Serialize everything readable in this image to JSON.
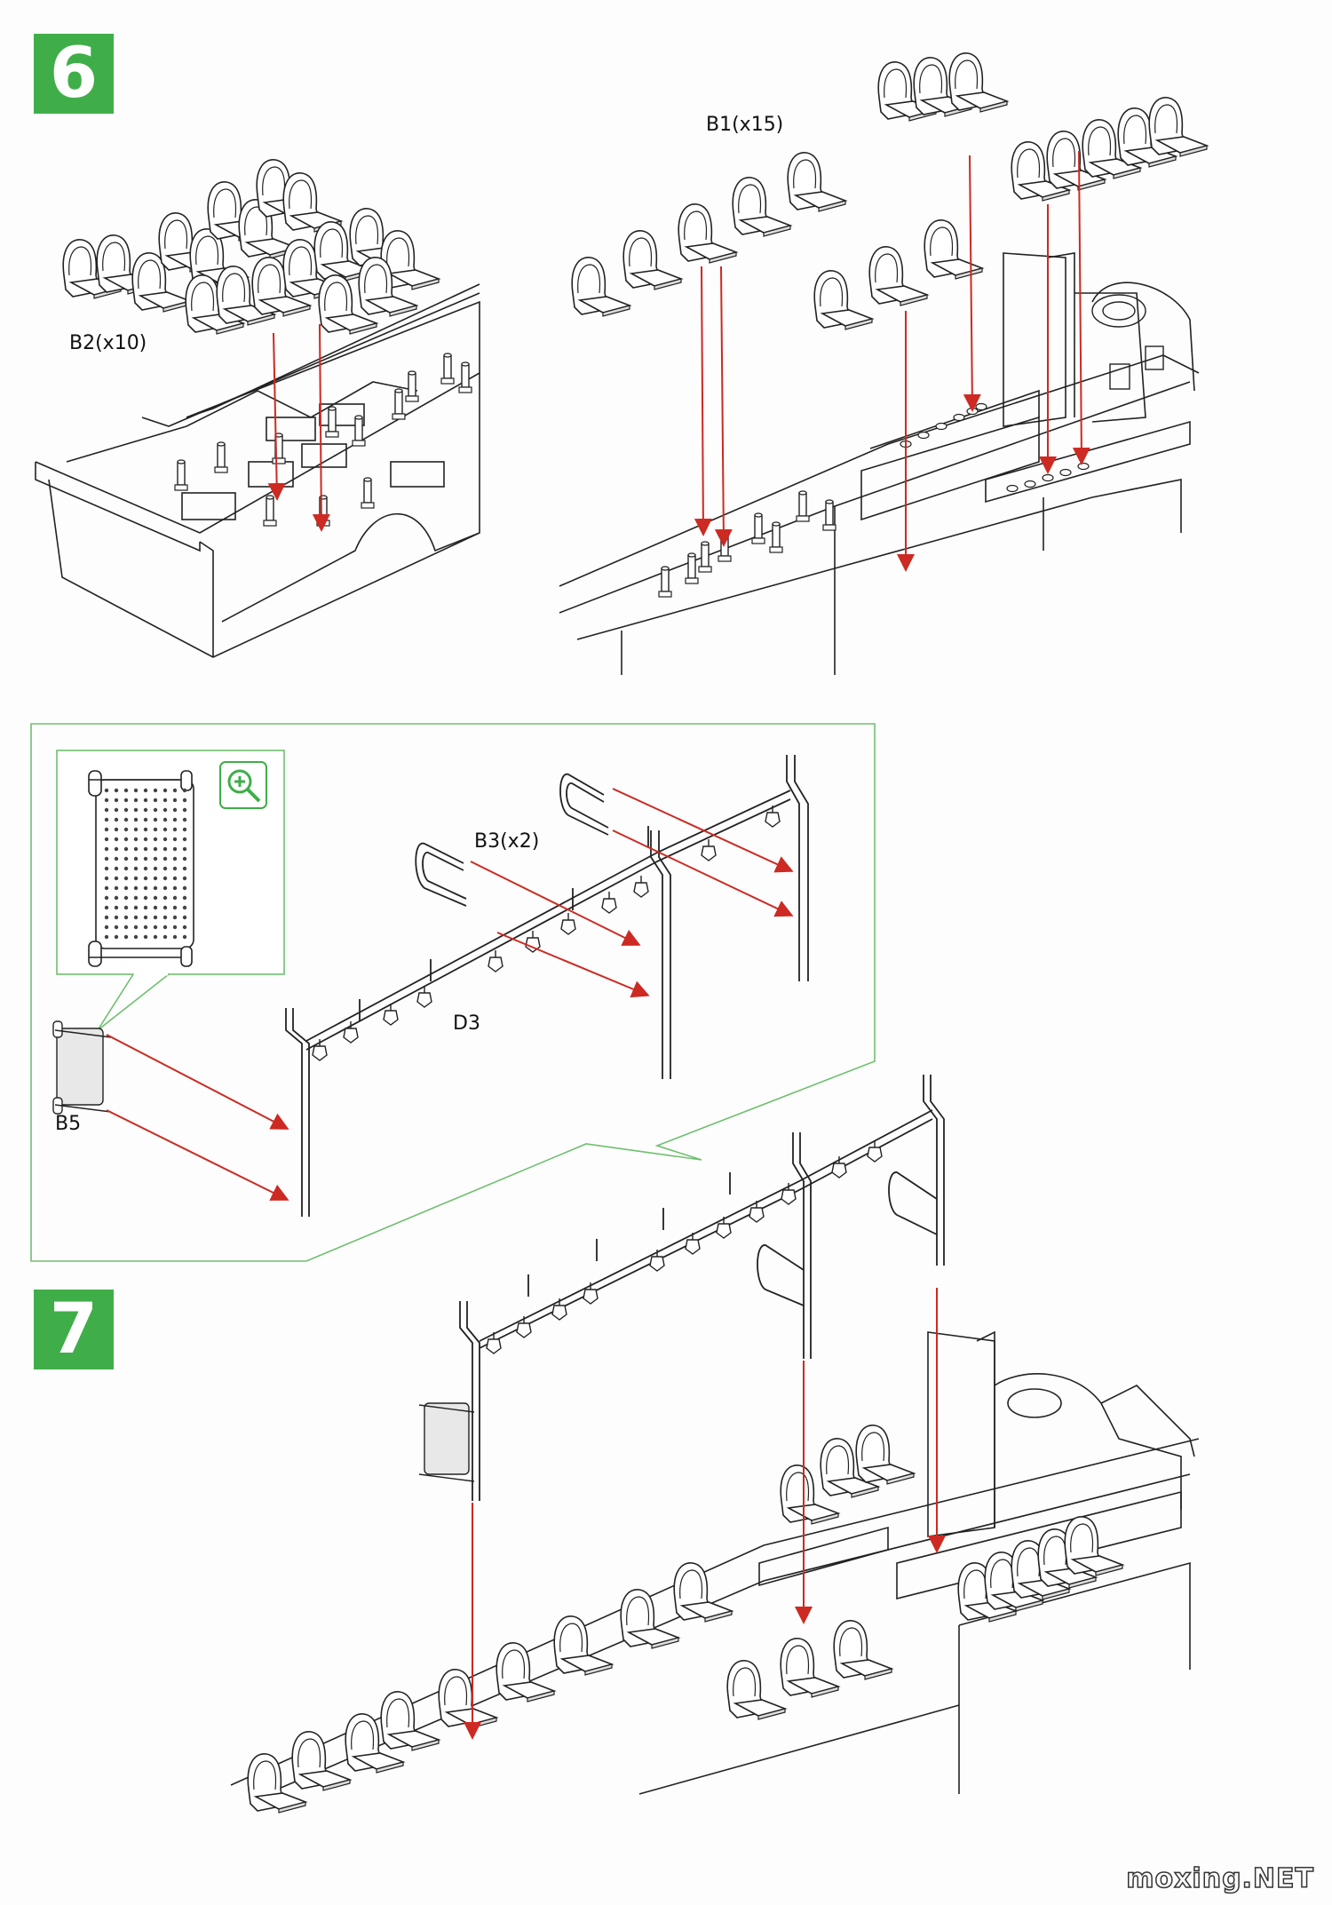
{
  "steps": {
    "step6": "6",
    "step7": "7"
  },
  "parts": {
    "b1": "B1(x15)",
    "b2": "B2(x10)",
    "b3": "B3(x2)",
    "d3": "D3",
    "b5": "B5"
  },
  "icons": {
    "zoom": "magnifier-plus-icon"
  },
  "watermark": "moxing.NET",
  "colors": {
    "badge": "#3fae49",
    "arrow": "#cc2a22",
    "callout_border": "#6fbf6f",
    "line": "#222222"
  }
}
